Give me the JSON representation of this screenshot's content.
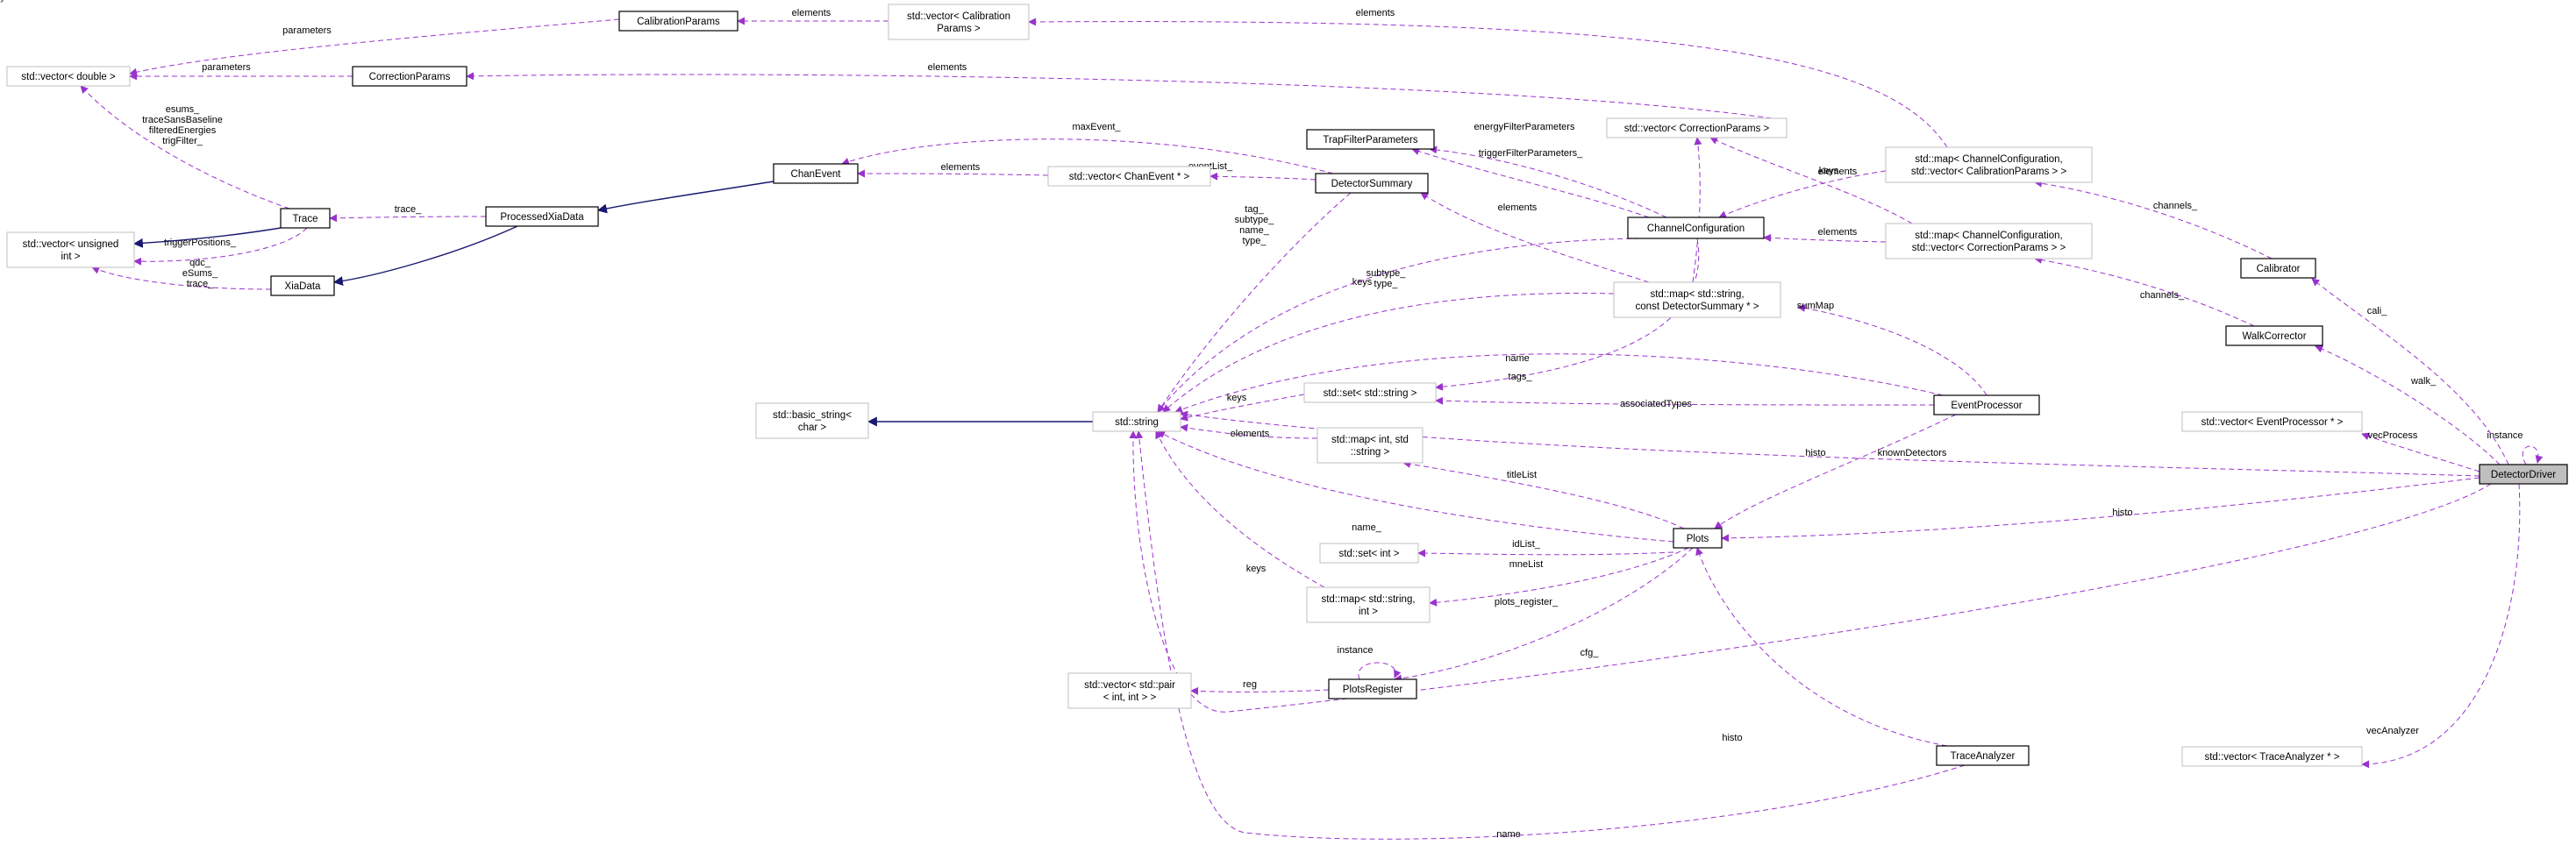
{
  "diagram": {
    "colors": {
      "usage_edge": "#9a32cd",
      "inherit_edge": "#191970",
      "highlight_fill": "#bfbfbf",
      "documented_stroke": "#000000",
      "external_stroke": "#bfbfbf",
      "text": "#000000"
    },
    "nodes": [
      {
        "id": "DetectorDriver",
        "lines": [
          "DetectorDriver"
        ],
        "kind": "highlight"
      },
      {
        "id": "Calibrator",
        "lines": [
          "Calibrator"
        ],
        "kind": "class"
      },
      {
        "id": "WalkCorrector",
        "lines": [
          "WalkCorrector"
        ],
        "kind": "class"
      },
      {
        "id": "EventProcessor",
        "lines": [
          "EventProcessor"
        ],
        "kind": "class"
      },
      {
        "id": "Plots",
        "lines": [
          "Plots"
        ],
        "kind": "class"
      },
      {
        "id": "TraceAnalyzer",
        "lines": [
          "TraceAnalyzer"
        ],
        "kind": "class"
      },
      {
        "id": "PlotsRegister",
        "lines": [
          "PlotsRegister"
        ],
        "kind": "class"
      },
      {
        "id": "ChannelConfiguration",
        "lines": [
          "ChannelConfiguration"
        ],
        "kind": "class"
      },
      {
        "id": "TrapFilterParameters",
        "lines": [
          "TrapFilterParameters"
        ],
        "kind": "class"
      },
      {
        "id": "DetectorSummary",
        "lines": [
          "DetectorSummary"
        ],
        "kind": "class"
      },
      {
        "id": "ChanEvent",
        "lines": [
          "ChanEvent"
        ],
        "kind": "class"
      },
      {
        "id": "ProcessedXiaData",
        "lines": [
          "ProcessedXiaData"
        ],
        "kind": "class"
      },
      {
        "id": "Trace",
        "lines": [
          "Trace"
        ],
        "kind": "class"
      },
      {
        "id": "XiaData",
        "lines": [
          "XiaData"
        ],
        "kind": "class"
      },
      {
        "id": "CalibrationParams",
        "lines": [
          "CalibrationParams"
        ],
        "kind": "class"
      },
      {
        "id": "CorrectionParams",
        "lines": [
          "CorrectionParams"
        ],
        "kind": "class"
      },
      {
        "id": "vecDouble",
        "lines": [
          "std::vector< double >"
        ],
        "kind": "external"
      },
      {
        "id": "vecUInt",
        "lines": [
          "std::vector< unsigned",
          "int >"
        ],
        "kind": "external"
      },
      {
        "id": "basicString",
        "lines": [
          "std::basic_string<",
          "char >"
        ],
        "kind": "external"
      },
      {
        "id": "stdString",
        "lines": [
          "std::string"
        ],
        "kind": "external"
      },
      {
        "id": "vecCalib",
        "lines": [
          "std::vector< Calibration",
          "Params >"
        ],
        "kind": "external"
      },
      {
        "id": "vecCorr",
        "lines": [
          "std::vector< CorrectionParams >"
        ],
        "kind": "external"
      },
      {
        "id": "vecChanEvent",
        "lines": [
          "std::vector< ChanEvent * >"
        ],
        "kind": "external"
      },
      {
        "id": "mapCalib",
        "lines": [
          "std::map< ChannelConfiguration,",
          "std::vector< CalibrationParams > >"
        ],
        "kind": "external"
      },
      {
        "id": "mapCorr",
        "lines": [
          "std::map< ChannelConfiguration,",
          "std::vector< CorrectionParams > >"
        ],
        "kind": "external"
      },
      {
        "id": "mapDetSum",
        "lines": [
          "std::map< std::string,",
          "const DetectorSummary * >"
        ],
        "kind": "external"
      },
      {
        "id": "setString",
        "lines": [
          "std::set< std::string >"
        ],
        "kind": "external"
      },
      {
        "id": "mapIntString",
        "lines": [
          "std::map< int, std",
          "::string >"
        ],
        "kind": "external"
      },
      {
        "id": "setInt",
        "lines": [
          "std::set< int >"
        ],
        "kind": "external"
      },
      {
        "id": "mapStringInt",
        "lines": [
          "std::map< std::string,",
          "int >"
        ],
        "kind": "external"
      },
      {
        "id": "vecPair",
        "lines": [
          "std::vector< std::pair",
          "< int, int > >"
        ],
        "kind": "external"
      },
      {
        "id": "vecEventProc",
        "lines": [
          "std::vector< EventProcessor * >"
        ],
        "kind": "external"
      },
      {
        "id": "vecTraceAna",
        "lines": [
          "std::vector< TraceAnalyzer * >"
        ],
        "kind": "external"
      }
    ],
    "edges": [
      {
        "type": "usage",
        "label": [
          "instance"
        ]
      },
      {
        "type": "usage",
        "label": [
          "cali_"
        ]
      },
      {
        "type": "usage",
        "label": [
          "walk_"
        ]
      },
      {
        "type": "usage",
        "label": [
          "vecProcess"
        ]
      },
      {
        "type": "usage",
        "label": [
          "vecAnalyzer"
        ]
      },
      {
        "type": "usage",
        "label": [
          "knownDetectors"
        ]
      },
      {
        "type": "usage",
        "label": [
          "histo"
        ]
      },
      {
        "type": "usage",
        "label": [
          "histo"
        ]
      },
      {
        "type": "usage",
        "label": [
          "histo"
        ]
      },
      {
        "type": "usage",
        "label": [
          "cfg_"
        ]
      },
      {
        "type": "usage",
        "label": [
          "channels_"
        ]
      },
      {
        "type": "usage",
        "label": [
          "channels_"
        ]
      },
      {
        "type": "usage",
        "label": [
          "elements"
        ]
      },
      {
        "type": "usage",
        "label": [
          "elements"
        ]
      },
      {
        "type": "usage",
        "label": [
          "sumMap"
        ]
      },
      {
        "type": "usage",
        "label": [
          "associatedTypes"
        ]
      },
      {
        "type": "usage",
        "label": [
          "name"
        ]
      },
      {
        "type": "usage",
        "label": [
          "titleList"
        ]
      },
      {
        "type": "usage",
        "label": [
          "idList_"
        ]
      },
      {
        "type": "usage",
        "label": [
          "mneList"
        ]
      },
      {
        "type": "usage",
        "label": [
          "plots_register_"
        ]
      },
      {
        "type": "usage",
        "label": [
          "instance"
        ]
      },
      {
        "type": "usage",
        "label": [
          "reg"
        ]
      },
      {
        "type": "usage",
        "label": [
          "name"
        ]
      },
      {
        "type": "usage",
        "label": [
          "keys"
        ]
      },
      {
        "type": "usage",
        "label": [
          "keys"
        ]
      },
      {
        "type": "usage",
        "label": [
          "elements"
        ]
      },
      {
        "type": "usage",
        "label": [
          "name_"
        ]
      },
      {
        "type": "usage",
        "label": [
          "keys"
        ]
      },
      {
        "type": "usage",
        "label": [
          "elements"
        ]
      },
      {
        "type": "usage",
        "label": [
          "keys"
        ]
      },
      {
        "type": "usage",
        "label": [
          "keys"
        ]
      },
      {
        "type": "usage",
        "label": [
          "elements"
        ]
      },
      {
        "type": "usage",
        "label": [
          "elements"
        ]
      },
      {
        "type": "usage",
        "label": [
          "subtype_",
          "type_"
        ]
      },
      {
        "type": "usage",
        "label": [
          "tags_"
        ]
      },
      {
        "type": "usage",
        "label": [
          "energyFilterParameters"
        ]
      },
      {
        "type": "usage",
        "label": [
          "triggerFilterParameters_"
        ]
      },
      {
        "type": "usage",
        "label": [
          "eventList_"
        ]
      },
      {
        "type": "usage",
        "label": [
          "tag_",
          "subtype_",
          "name_",
          "type_"
        ]
      },
      {
        "type": "usage",
        "label": [
          "maxEvent_"
        ]
      },
      {
        "type": "usage",
        "label": [
          "elements"
        ]
      },
      {
        "type": "usage",
        "label": [
          "elements"
        ]
      },
      {
        "type": "usage",
        "label": [
          "parameters"
        ]
      },
      {
        "type": "usage",
        "label": [
          "parameters"
        ]
      },
      {
        "type": "usage",
        "label": [
          "trace_"
        ]
      },
      {
        "type": "usage",
        "label": [
          "esums_",
          "traceSansBaseline",
          "",
          "filteredEnergies",
          "",
          "trigFilter_"
        ]
      },
      {
        "type": "usage",
        "label": [
          "triggerPositions_"
        ]
      },
      {
        "type": "usage",
        "label": [
          "qdc_",
          "eSums_",
          "trace_"
        ]
      },
      {
        "type": "inherit",
        "label": []
      },
      {
        "type": "inherit",
        "label": []
      },
      {
        "type": "inherit",
        "label": []
      },
      {
        "type": "inherit",
        "label": []
      }
    ]
  }
}
